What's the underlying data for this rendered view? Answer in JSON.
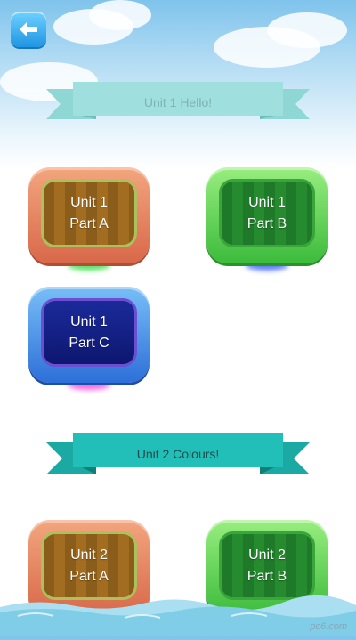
{
  "nav": {
    "back_icon": "back-arrow-icon"
  },
  "sections": [
    {
      "title": "Unit 1 Hello!",
      "style": "faded"
    },
    {
      "title": "Unit 2 Colours!",
      "style": "solid"
    }
  ],
  "tiles": [
    {
      "line1": "Unit 1",
      "line2": "Part A",
      "color": "orange",
      "glow": "#5be06a"
    },
    {
      "line1": "Unit 1",
      "line2": "Part B",
      "color": "green",
      "glow": "#5b7bff"
    },
    {
      "line1": "Unit 1",
      "line2": "Part C",
      "color": "blue",
      "glow": "#ff66dd"
    },
    {
      "line1": "Unit 2",
      "line2": "Part A",
      "color": "orange",
      "glow": "#5be06a"
    },
    {
      "line1": "Unit 2",
      "line2": "Part B",
      "color": "green",
      "glow": "#5b7bff"
    }
  ],
  "watermark": "pc6.com"
}
